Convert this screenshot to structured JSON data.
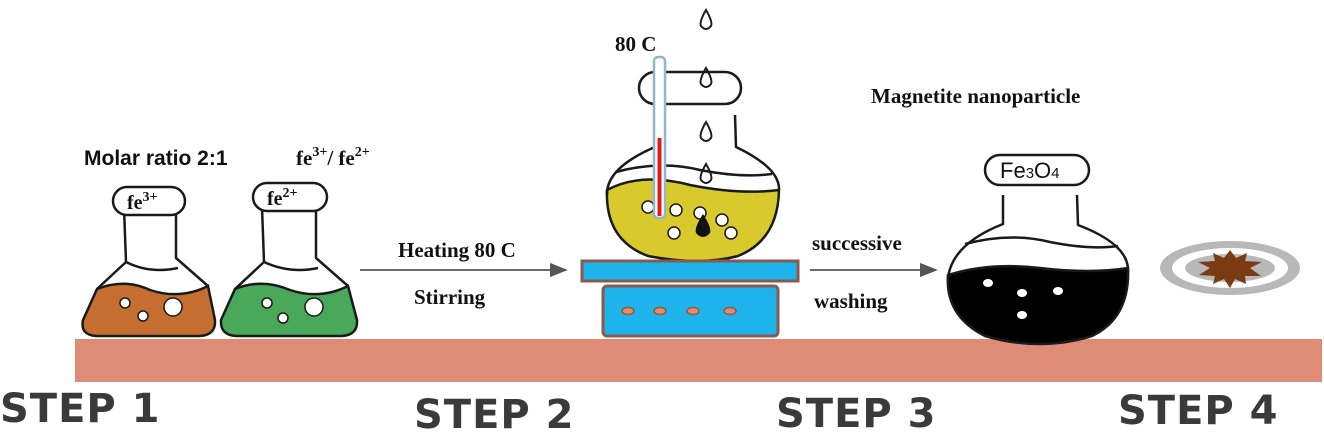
{
  "labels": {
    "molar_ratio": "Molar ratio 2:1",
    "ratio_fe3": "fe",
    "ratio_fe3_sup": "3+",
    "ratio_slash": "/ fe",
    "ratio_fe2_sup": "2+",
    "flask1_ion": "fe",
    "flask1_sup": "3+",
    "flask2_ion": "fe",
    "flask2_sup": "2+",
    "heating": "Heating 80 C",
    "stirring": "Stirring",
    "temperature": "80 C",
    "successive": "successive",
    "washing": "washing",
    "product_title": "Magnetite nanoparticle",
    "product_formula_a": "Fe",
    "product_formula_3": "3",
    "product_formula_o": "O",
    "product_formula_4": "4"
  },
  "steps": [
    "STEP 1",
    "STEP 2",
    "STEP 3",
    "STEP 4"
  ],
  "colors": {
    "bench": "#df8c76",
    "fe3_solution": "#c46f2f",
    "fe2_solution": "#4aa85a",
    "reaction_solution": "#d8c92c",
    "hotplate": "#1fb3ec",
    "hotplate_border": "#8a5a4a",
    "thermometer_red": "#e01b1b",
    "product_solution": "#000000",
    "dish_ring": "#b8b8b8",
    "particles": "#7a3a12"
  }
}
